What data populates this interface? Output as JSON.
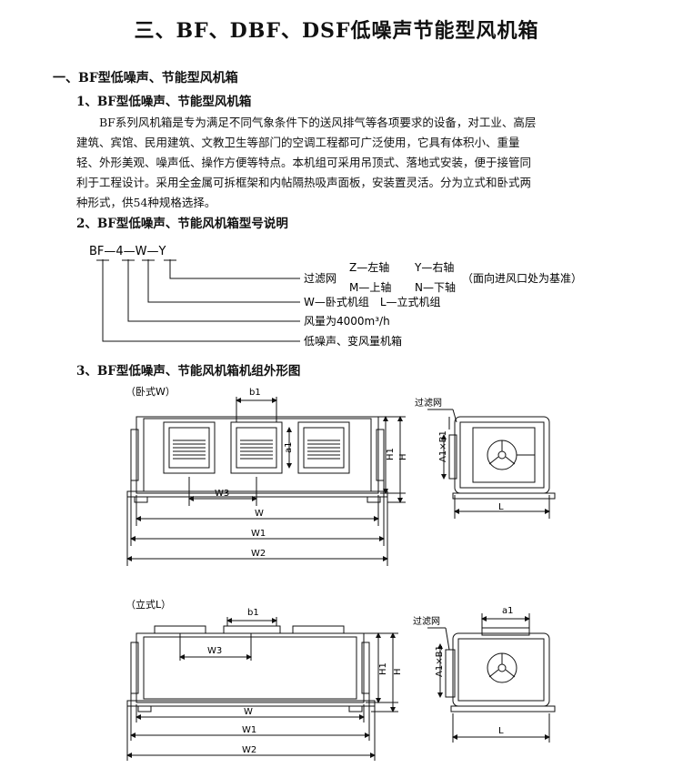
{
  "title": "三、BF、DBF、DSF低噪声节能型风机箱",
  "section1": "一、BF型低噪声、节能型风机箱",
  "sub1": "1、BF型低噪声、节能型风机箱",
  "para_lines": [
    "BF系列风机箱是专为满足不同气象条件下的送风排气等各项要求的设备，对工业、高层",
    "建筑、宾馆、民用建筑、文教卫生等部门的空调工程都可广泛使用，它具有体积小、重量",
    "轻、外形美观、噪声低、操作方便等特点。本机组可采用吊顶式、落地式安装，便于接管同",
    "利于工程设计。采用全金属可拆框架和内帖隔热吸声面板，安装置灵活。分为立式和卧式两",
    "种形式，供54种规格选择。"
  ],
  "sub2": "2、BF型低噪声、节能风机箱型号说明",
  "model": {
    "code": "BF—4—W—Y",
    "filter_label": "过滤网",
    "z": "Z—左轴",
    "y": "Y—右轴",
    "m": "M—上轴",
    "n": "N—下轴",
    "note": "（面向进风口处为基准）",
    "wl": "W—卧式机组　L—立式机组",
    "flow": "风量为4000m³/h",
    "low": "低噪声、变风量机箱"
  },
  "sub3": "3、BF型低噪声、节能风机箱机组外形图",
  "fig1": {
    "caption": "（卧式W）",
    "b1": "b1",
    "a1": "a1",
    "h1": "H1",
    "h": "H",
    "w3": "W3",
    "w": "W",
    "w1": "W1",
    "w2": "W2",
    "filter": "过滤网",
    "a1b1": "A1×B1",
    "l": "L"
  },
  "fig2": {
    "caption": "（立式L）",
    "b1": "b1",
    "a1": "a1",
    "h1": "H1",
    "h": "H",
    "w3": "W3",
    "w": "W",
    "w1": "W1",
    "w2": "W2",
    "filter": "过滤网",
    "a1b1": "A1×B1",
    "l": "L"
  }
}
